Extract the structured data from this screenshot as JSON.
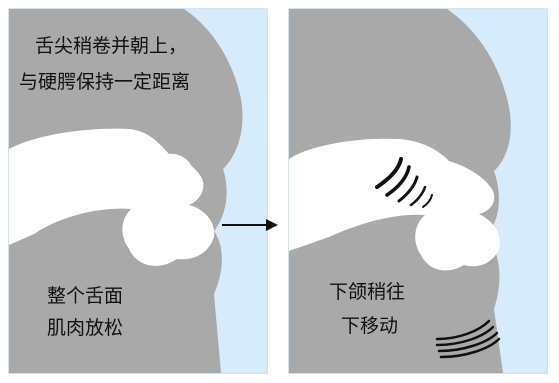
{
  "left_panel": {
    "caption": "舌尖稍卷并朝上，",
    "caption_line2": "与硬腭保持一定距离",
    "note_line1": "整个舌面",
    "note_line2": "肌肉放松"
  },
  "right_panel": {
    "note_line1": "下颌稍往",
    "note_line2": "下移动"
  },
  "colors": {
    "background": "#d7ebfb",
    "head": "#a9a9a9",
    "mouth": "#ffffff",
    "lines": "#111111"
  }
}
